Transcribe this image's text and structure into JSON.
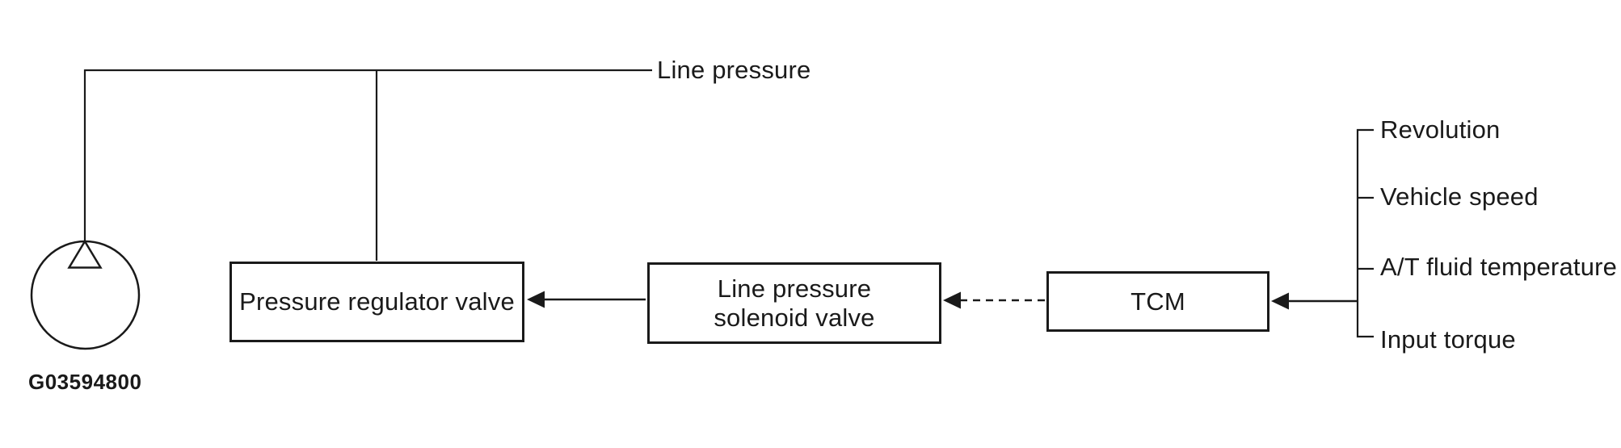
{
  "diagram": {
    "figure_id": "G03594800",
    "line_pressure_label": "Line pressure",
    "nodes": {
      "pressure_regulator_valve": {
        "label": "Pressure regulator valve"
      },
      "line_pressure_solenoid_valve": {
        "label_line1": "Line pressure",
        "label_line2": "solenoid valve"
      },
      "tcm": {
        "label": "TCM"
      }
    },
    "tcm_inputs": [
      {
        "label": "Revolution"
      },
      {
        "label": "Vehicle speed"
      },
      {
        "label": "A/T fluid temperature"
      },
      {
        "label": "Input torque"
      }
    ],
    "connections": [
      {
        "from": "pump",
        "to": "line-pressure-rail",
        "style": "solid"
      },
      {
        "from": "line-pressure-rail",
        "to": "pressure_regulator_valve",
        "style": "solid"
      },
      {
        "from": "line_pressure_solenoid_valve",
        "to": "pressure_regulator_valve",
        "style": "solid-arrow"
      },
      {
        "from": "tcm",
        "to": "line_pressure_solenoid_valve",
        "style": "dashed-arrow"
      },
      {
        "from": "tcm_inputs_bracket",
        "to": "tcm",
        "style": "solid-arrow"
      }
    ],
    "colors": {
      "line": "#1a1a1a",
      "background": "#ffffff",
      "text": "#1a1a1a"
    }
  }
}
